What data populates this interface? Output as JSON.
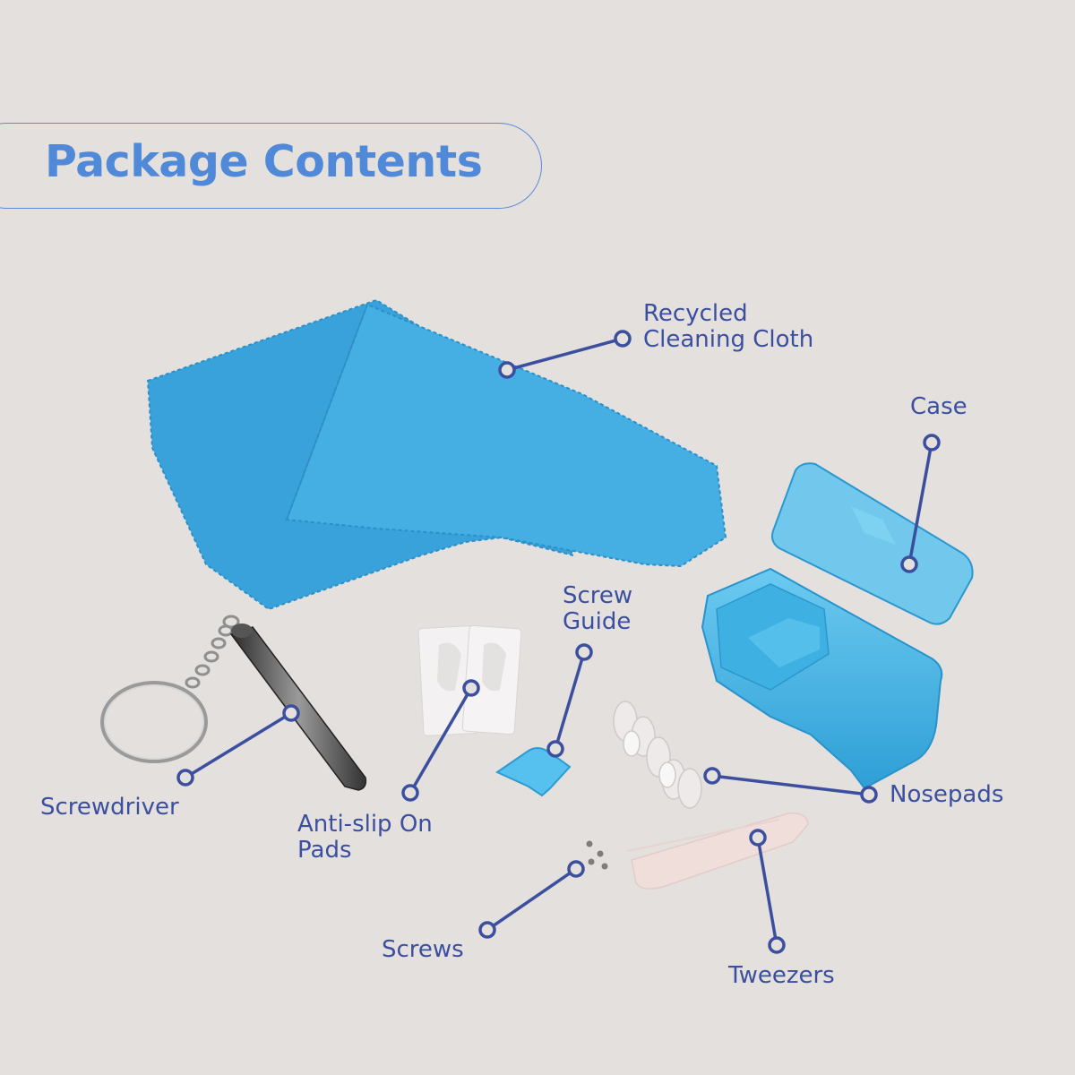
{
  "title": "Package Contents",
  "labels": {
    "cloth": [
      "Recycled",
      "Cleaning Cloth"
    ],
    "case": "Case",
    "screw_guide": [
      "Screw",
      "Guide"
    ],
    "screwdriver": "Screwdriver",
    "anti_slip": [
      "Anti-slip On",
      "Pads"
    ],
    "nosepads": "Nosepads",
    "screws": "Screws",
    "tweezers": "Tweezers"
  },
  "colors": {
    "title": "#4f89d8",
    "callout": "#3c4f9e",
    "cloth": "#3fa6dd",
    "case": "#45b3e3",
    "background": "#e3e0de"
  }
}
